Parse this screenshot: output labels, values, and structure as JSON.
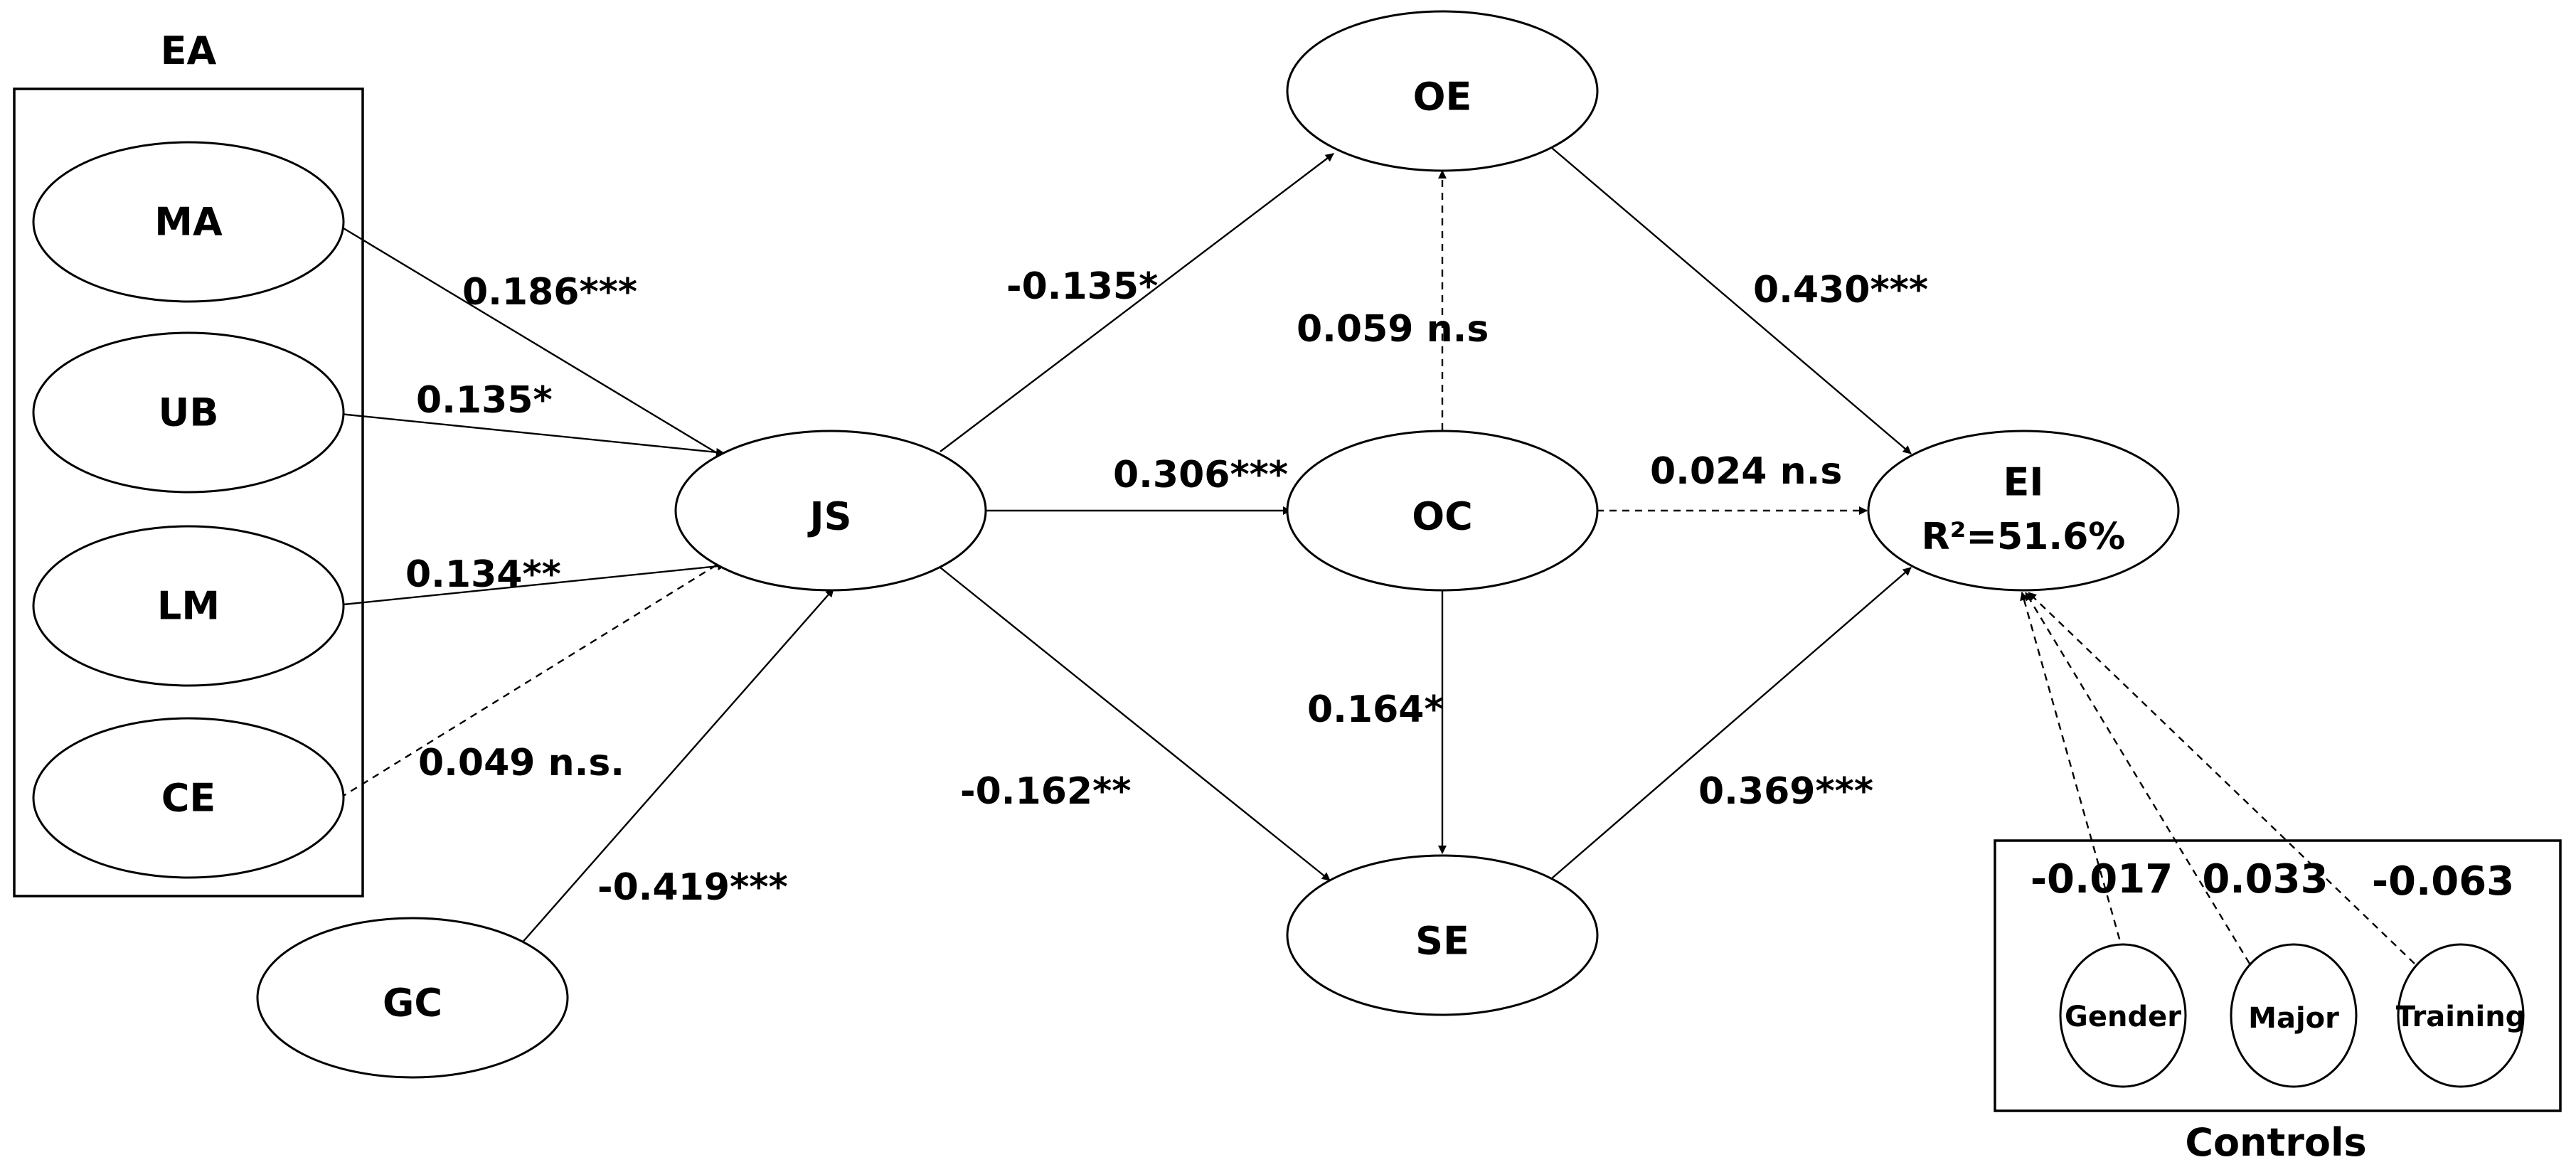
{
  "groups": {
    "ea": "EA",
    "controls": "Controls"
  },
  "nodes": {
    "ma": "MA",
    "ub": "UB",
    "lm": "LM",
    "ce": "CE",
    "gc": "GC",
    "js": "JS",
    "oe": "OE",
    "oc": "OC",
    "se": "SE",
    "ei": "EI",
    "ei_r2": "R²=51.6%",
    "gender": "Gender",
    "major": "Major",
    "training": "Training"
  },
  "paths": {
    "ma_js": "0.186***",
    "ub_js": "0.135*",
    "lm_js": "0.134**",
    "ce_js": "0.049 n.s.",
    "gc_js": "-0.419***",
    "js_oe": "-0.135*",
    "js_oc": "0.306***",
    "js_se": "-0.162**",
    "oc_oe": "0.059 n.s",
    "oc_se": "0.164*",
    "oc_ei": "0.024 n.s",
    "oe_ei": "0.430***",
    "se_ei": "0.369***",
    "gender_ei": "-0.017",
    "major_ei": "0.033",
    "training_ei": "-0.063"
  }
}
